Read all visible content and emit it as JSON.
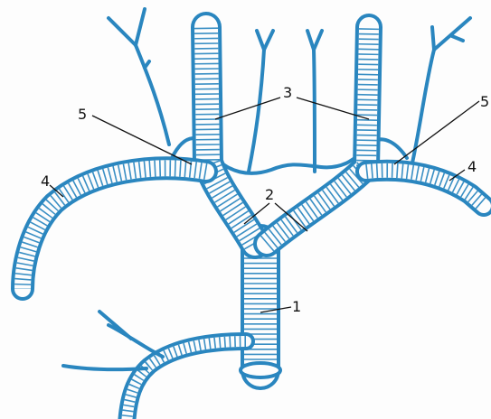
{
  "colors": {
    "vessel": "#2a86bf",
    "ring": "#3a8fc4",
    "ink": "#111111",
    "paper": "#fdfdfd"
  },
  "labels": {
    "l1": "1",
    "l2": "2",
    "l3": "3",
    "l4_left": "4",
    "l4_right": "4",
    "l5_left": "5",
    "l5_right": "5"
  }
}
